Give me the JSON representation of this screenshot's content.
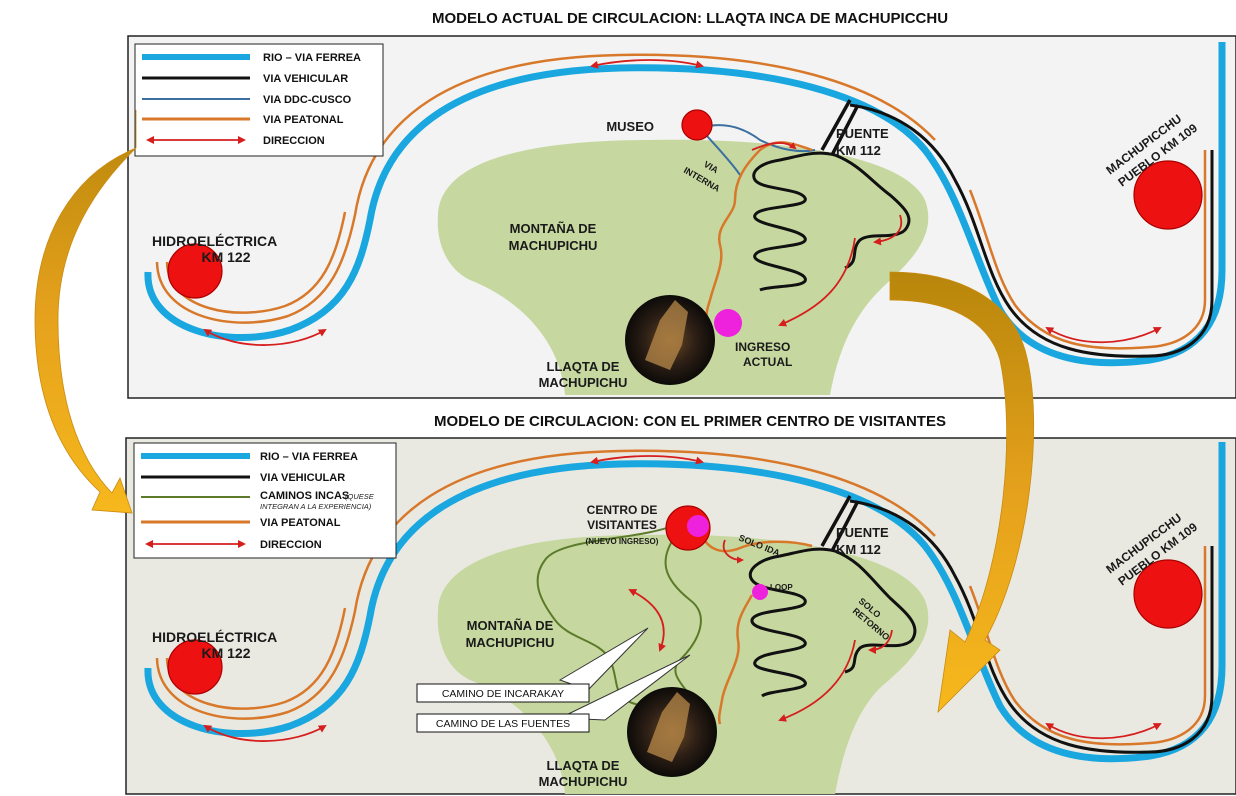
{
  "top": {
    "title": "MODELO ACTUAL DE CIRCULACION: LLAQTA INCA DE MACHUPICCHU",
    "legend": [
      {
        "label": "RIO – VIA FERREA",
        "color": "#1aa7e0"
      },
      {
        "label": "VIA VEHICULAR",
        "color": "#111111"
      },
      {
        "label": "VIA DDC-CUSCO",
        "color": "#3b6fa0"
      },
      {
        "label": "VIA PEATONAL",
        "color": "#d8782a"
      },
      {
        "label": "DIRECCION",
        "color": "#d61e1e"
      }
    ],
    "museo": "MUSEO",
    "via_interna_1": "VIA",
    "via_interna_2": "INTERNA",
    "puente_1": "PUENTE",
    "puente_2": "KM 112",
    "pueblo_1": "MACHUPICCHU",
    "pueblo_2": "PUEBLO KM 109",
    "hidro_1": "HIDROELÉCTRICA",
    "hidro_2": "KM 122",
    "montana_1": "MONTAÑA DE",
    "montana_2": "MACHUPICHU",
    "ingreso_1": "INGRESO",
    "ingreso_2": "ACTUAL",
    "llaqta_1": "LLAQTA DE",
    "llaqta_2": "MACHUPICHU"
  },
  "bottom": {
    "title": "MODELO DE CIRCULACION: CON EL PRIMER CENTRO DE VISITANTES",
    "legend": [
      {
        "label": "RIO – VIA FERREA",
        "color": "#1aa7e0"
      },
      {
        "label": "VIA VEHICULAR",
        "color": "#111111"
      },
      {
        "label": "CAMINOS INCAS",
        "color": "#5b7a2a"
      },
      {
        "label": "VIA PEATONAL",
        "color": "#d8782a"
      },
      {
        "label": "DIRECCION",
        "color": "#d61e1e"
      }
    ],
    "caminos_note_1": "(QUESE",
    "caminos_note_2": "INTEGRAN A LA EXPERIENCIA)",
    "centro_1": "CENTRO DE",
    "centro_2": "VISITANTES",
    "centro_3": "(NUEVO INGRESO)",
    "solo_ida": "SOLO IDA",
    "loop": "LOOP",
    "solo_retorno_1": "SOLO",
    "solo_retorno_2": "RETORNO",
    "puente_1": "PUENTE",
    "puente_2": "KM 112",
    "pueblo_1": "MACHUPICCHU",
    "pueblo_2": "PUEBLO KM 109",
    "hidro_1": "HIDROELÉCTRICA",
    "hidro_2": "KM 122",
    "montana_1": "MONTAÑA DE",
    "montana_2": "MACHUPICHU",
    "camino_incarakay": "CAMINO DE INCARAKAY",
    "camino_fuentes": "CAMINO DE LAS FUENTES",
    "llaqta_1": "LLAQTA DE",
    "llaqta_2": "MACHUPICHU"
  },
  "colors": {
    "river": "#1aa7e0",
    "vehicular": "#111111",
    "ddc": "#3b6fa0",
    "pedestrian": "#d8782a",
    "direction": "#d61e1e",
    "inca_trail": "#5b7a2a",
    "mountain": "#c6d8a0",
    "station": "#ee1111",
    "entry": "#ee22dd",
    "arrow_gold": "#e8a21a",
    "panel_top_bg": "#f3f3f3",
    "panel_bottom_bg": "#eae9e1"
  }
}
